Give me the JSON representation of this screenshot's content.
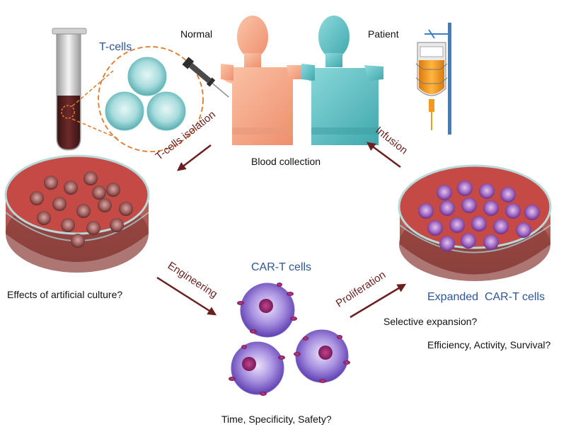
{
  "labels": {
    "normal": "Normal",
    "patient": "Patient",
    "t_cells": "T-cells",
    "blood_collection": "Blood collection",
    "t_cells_isolation": "T-cells isolation",
    "infusion": "Infusion",
    "engineering": "Engineering",
    "proliferation": "Proliferation",
    "car_t_cells": "CAR-T cells",
    "expanded_car_t_cells": "Expanded  CAR-T cells",
    "effects_question": "Effects of artificial culture?",
    "selective_question": "Selective expansion?",
    "efficiency_question": "Efficiency, Activity, Survival?",
    "time_question": "Time, Specificity, Safety?"
  },
  "colors": {
    "label_blue": "#2f5597",
    "arrow": "#6b1f1f",
    "normal_body": "#f7b08e",
    "patient_body": "#5fc6c9",
    "culture_medium": "#b8403c",
    "t_cell": "#9fd8da",
    "car_t_cell": "#8a5cc9",
    "car_receptor": "#b2268a",
    "dashed_circle": "#e07a2a",
    "iv_fluid": "#f29a1f"
  }
}
